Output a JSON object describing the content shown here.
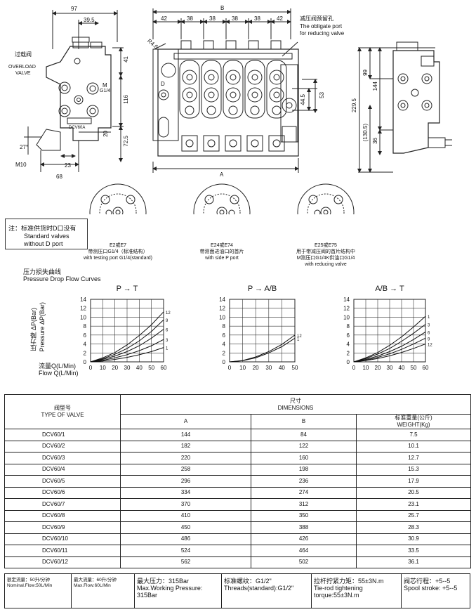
{
  "drawing": {
    "left_view": {
      "dims": {
        "top_width": "97",
        "top_offset": "39.5",
        "height_41": "41",
        "height_116": "116",
        "height_72_5": "72.5",
        "height_20": "20",
        "angle": "27°",
        "bottom_68": "68",
        "bottom_23": "23",
        "thread": "M10"
      },
      "labels": {
        "overload_cn": "过载阀",
        "overload_en_1": "OVERLOAD",
        "overload_en_2": "VALVE",
        "port_m": "M",
        "port_g": "G1/4",
        "side_mark": "DCV60A"
      }
    },
    "front_view": {
      "dims": {
        "b_label": "B",
        "a_label": "A",
        "seg1": "42",
        "seg2": "38",
        "seg3": "38",
        "seg4": "38",
        "seg5": "38",
        "seg6": "42",
        "radius": "R4.6",
        "h_44_5": "44.5",
        "h_53": "53"
      },
      "labels": {
        "port_d": "D",
        "reducing_cn": "减压阀预留孔",
        "reducing_en_1": "The obligate port",
        "reducing_en_2": "for reducing valve"
      }
    },
    "right_view": {
      "dims": {
        "d99": "99",
        "d144": "144",
        "d229_5": "229.5",
        "d130_5": "(130.5)",
        "d36": "36"
      }
    },
    "note": {
      "cn": "注：标准供货时D口没有",
      "en_1": "Standard valves",
      "en_2": "without D port"
    },
    "variants": [
      {
        "code": "E2或E7",
        "cn": "带测压口G1/4（标准结构）",
        "en": "with testing port G1/4(standard)"
      },
      {
        "code": "E24或E74",
        "cn": "带测面进油口的首片",
        "en": "with side P port"
      },
      {
        "code": "E25或E75",
        "cn": "用于带减压阀的首片结构中",
        "cn2": "M测压口G1/4K供油口G1/4",
        "en": "with reducing valve"
      }
    ]
  },
  "curves": {
    "title_cn": "压力损失曲线",
    "title_en": "Pressure Drop Flow Curves",
    "ylabel_cn": "压力降 ΔP(Bar)",
    "ylabel_en": "Pressure ΔP(Bar)",
    "xlabel_cn": "流量Q(L/Min)",
    "xlabel_en": "Flow Q(L/Min)"
  },
  "chart_data": [
    {
      "type": "line",
      "title": "P → T",
      "x": [
        0,
        10,
        20,
        30,
        40,
        50,
        60
      ],
      "xlim": [
        0,
        60
      ],
      "ylim": [
        0,
        14
      ],
      "yticks": [
        0,
        2,
        4,
        6,
        8,
        10,
        12,
        14
      ],
      "series": [
        {
          "name": "12",
          "values": [
            0,
            0.9,
            2.1,
            3.8,
            5.9,
            8.3,
            11.2
          ]
        },
        {
          "name": "9",
          "values": [
            0,
            0.7,
            1.7,
            3.0,
            4.7,
            6.8,
            9.4
          ]
        },
        {
          "name": "6",
          "values": [
            0,
            0.55,
            1.3,
            2.3,
            3.6,
            5.3,
            7.3
          ]
        },
        {
          "name": "3",
          "values": [
            0,
            0.35,
            0.9,
            1.6,
            2.5,
            3.6,
            5.0
          ]
        },
        {
          "name": "1",
          "values": [
            0,
            0.2,
            0.55,
            1.0,
            1.6,
            2.3,
            3.2
          ]
        }
      ]
    },
    {
      "type": "line",
      "title": "P → A/B",
      "x": [
        0,
        10,
        20,
        30,
        40,
        50
      ],
      "xlim": [
        0,
        50
      ],
      "ylim": [
        0,
        14
      ],
      "yticks": [
        0,
        2,
        4,
        6,
        8,
        10,
        12,
        14
      ],
      "series": [
        {
          "name": "12",
          "values": [
            0,
            0.3,
            1.1,
            2.3,
            3.9,
            6.0
          ]
        },
        {
          "name": "1",
          "values": [
            0,
            0.25,
            0.9,
            2.0,
            3.4,
            5.3
          ]
        }
      ]
    },
    {
      "type": "line",
      "title": "A/B → T",
      "x": [
        0,
        10,
        20,
        30,
        40,
        50,
        60
      ],
      "xlim": [
        0,
        60
      ],
      "ylim": [
        0,
        14
      ],
      "yticks": [
        0,
        2,
        4,
        6,
        8,
        10,
        12,
        14
      ],
      "series": [
        {
          "name": "1",
          "values": [
            0,
            0.9,
            2.1,
            3.7,
            5.6,
            7.8,
            10.2
          ]
        },
        {
          "name": "3",
          "values": [
            0,
            0.75,
            1.75,
            3.0,
            4.6,
            6.4,
            8.4
          ]
        },
        {
          "name": "6",
          "values": [
            0,
            0.55,
            1.3,
            2.3,
            3.5,
            5.0,
            6.7
          ]
        },
        {
          "name": "9",
          "values": [
            0,
            0.4,
            1.0,
            1.8,
            2.8,
            4.0,
            5.3
          ]
        },
        {
          "name": "12",
          "values": [
            0,
            0.3,
            0.75,
            1.35,
            2.1,
            3.0,
            4.0
          ]
        }
      ]
    }
  ],
  "table": {
    "header": {
      "type_cn": "阀型号",
      "type_en": "TYPE OF VALVE",
      "dim_cn": "尺寸",
      "dim_en": "DIMENSIONS",
      "col_a": "A",
      "col_b": "B",
      "weight_cn": "标准重量(公斤)",
      "weight_en": "WEIGHT(Kg)"
    },
    "rows": [
      {
        "type": "DCV60/1",
        "a": "144",
        "b": "84",
        "w": "7.5"
      },
      {
        "type": "DCV60/2",
        "a": "182",
        "b": "122",
        "w": "10.1"
      },
      {
        "type": "DCV60/3",
        "a": "220",
        "b": "160",
        "w": "12.7"
      },
      {
        "type": "DCV60/4",
        "a": "258",
        "b": "198",
        "w": "15.3"
      },
      {
        "type": "DCV60/5",
        "a": "296",
        "b": "236",
        "w": "17.9"
      },
      {
        "type": "DCV60/6",
        "a": "334",
        "b": "274",
        "w": "20.5"
      },
      {
        "type": "DCV60/7",
        "a": "370",
        "b": "312",
        "w": "23.1"
      },
      {
        "type": "DCV60/8",
        "a": "410",
        "b": "350",
        "w": "25.7"
      },
      {
        "type": "DCV60/9",
        "a": "450",
        "b": "388",
        "w": "28.3"
      },
      {
        "type": "DCV60/10",
        "a": "486",
        "b": "426",
        "w": "30.9"
      },
      {
        "type": "DCV60/11",
        "a": "524",
        "b": "464",
        "w": "33.5"
      },
      {
        "type": "DCV60/12",
        "a": "562",
        "b": "502",
        "w": "36.1"
      }
    ]
  },
  "footer": {
    "nominal_cn": "额定流量：50升/分钟",
    "nominal_en": "Nominal.Flow:50L/Min",
    "max_flow_cn": "最大流量：60升/分钟",
    "max_flow_en": "Max.Flow:60L/Min",
    "pressure_cn": "最大压力：315Bar",
    "pressure_en_1": "Max.Working Pressure:",
    "pressure_en_2": "315Bar",
    "thread_cn": "标准螺纹：G1/2\"",
    "thread_en": "Threads(standard):G1/2\"",
    "torque_cn": "拉杆拧紧力矩：55±3N.m",
    "torque_en_1": "Tie-rod tightening",
    "torque_en_2": "torque:55±3N.m",
    "stroke_cn": "阀芯行程：+5--5",
    "stroke_en": "Spool stroke: +5--5"
  }
}
